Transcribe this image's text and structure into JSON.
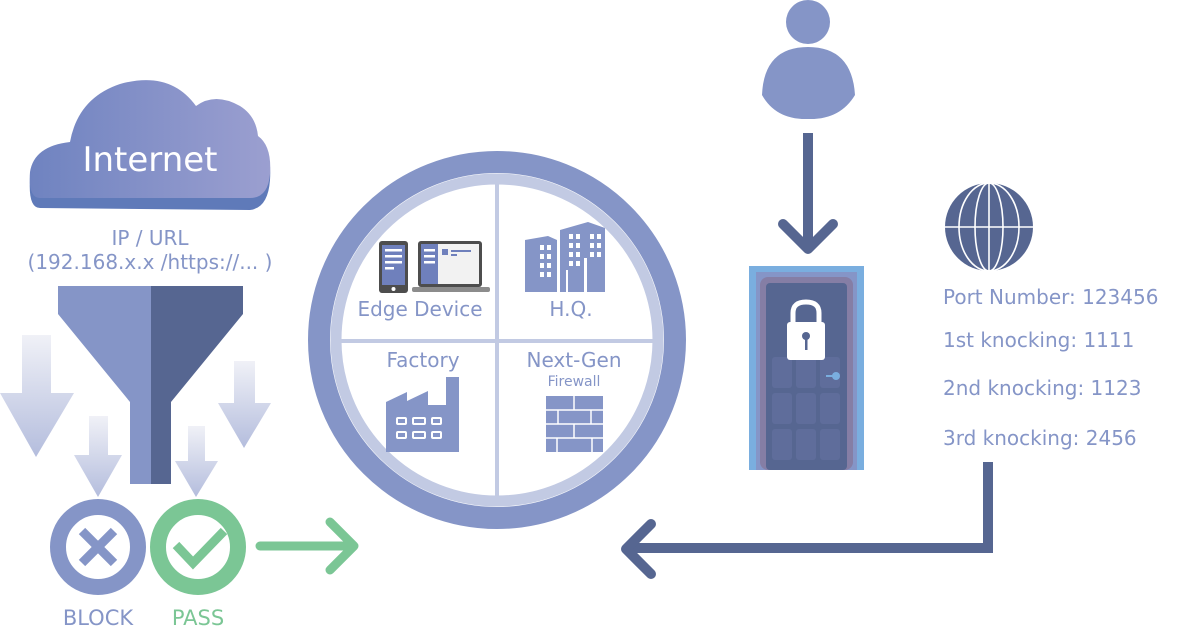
{
  "internet": {
    "cloud_label": "Internet",
    "ip_url_label": "IP / URL",
    "ip_url_example": "(192.168.x.x /https://... )"
  },
  "filter": {
    "block_label": "BLOCK",
    "pass_label": "PASS"
  },
  "network_circle": {
    "quadrants": [
      {
        "label": "Edge Device",
        "icon": "edge-device-icon"
      },
      {
        "label": "H.Q.",
        "icon": "buildings-icon"
      },
      {
        "label": "Factory",
        "icon": "factory-icon"
      },
      {
        "label": "Next-Gen",
        "sublabel": "Firewall",
        "icon": "brick-wall-icon"
      }
    ]
  },
  "port_knocking": {
    "port_number": "Port Number: 123456",
    "knocks": [
      "1st knocking: 1111",
      "2nd knocking: 1123",
      "3rd knocking: 2456"
    ]
  },
  "colors": {
    "primary": "#8595c7",
    "dark": "#566691",
    "light": "#c2cae3",
    "green": "#7bc695",
    "door_frame": "#7aaedf"
  }
}
